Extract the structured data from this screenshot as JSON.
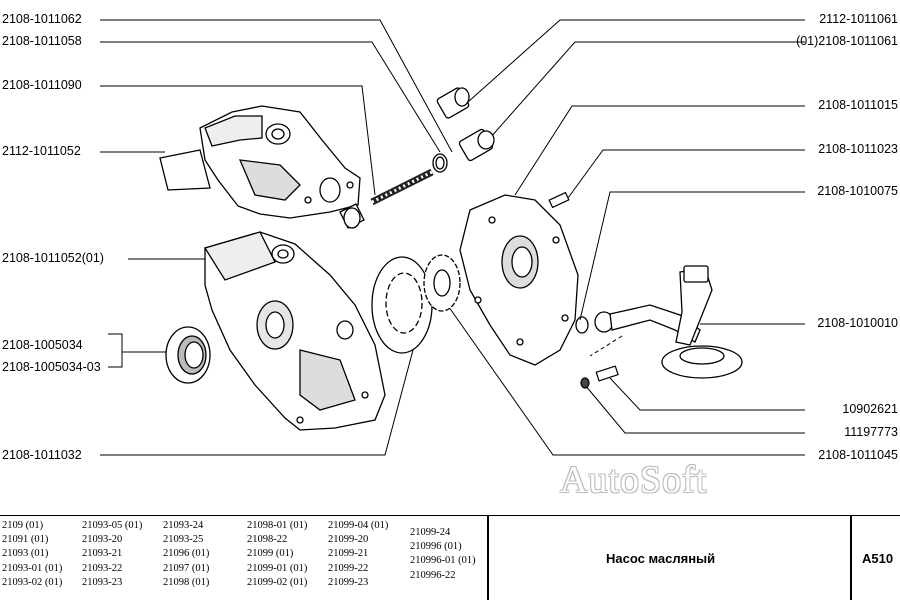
{
  "labels_left": [
    {
      "id": "l1",
      "text": "2108-1011062"
    },
    {
      "id": "l2",
      "text": "2108-1011058"
    },
    {
      "id": "l3",
      "text": "2108-1011090"
    },
    {
      "id": "l4",
      "text": "2112-1011052"
    },
    {
      "id": "l5",
      "text": "2108-1011052(01)"
    },
    {
      "id": "l6",
      "text": "2108-1005034"
    },
    {
      "id": "l7",
      "text": "2108-1005034-03"
    },
    {
      "id": "l8",
      "text": "2108-1011032"
    }
  ],
  "labels_right": [
    {
      "id": "r1",
      "text": "2112-1011061"
    },
    {
      "id": "r2",
      "text": "(01)2108-1011061"
    },
    {
      "id": "r3",
      "text": "2108-1011015"
    },
    {
      "id": "r4",
      "text": "2108-1011023"
    },
    {
      "id": "r5",
      "text": "2108-1010075"
    },
    {
      "id": "r6",
      "text": "2108-1010010"
    },
    {
      "id": "r7",
      "text": "10902621"
    },
    {
      "id": "r8",
      "text": "11197773"
    },
    {
      "id": "r9",
      "text": "2108-1011045"
    }
  ],
  "watermark": "AutoSoft",
  "footer": {
    "models_col1": [
      "2109 (01)",
      "21091 (01)",
      "21093 (01)",
      "21093-01 (01)",
      "21093-02 (01)"
    ],
    "models_col2": [
      "21093-05 (01)",
      "21093-20",
      "21093-21",
      "21093-22",
      "21093-23"
    ],
    "models_col3": [
      "21093-24",
      "21093-25",
      "21096 (01)",
      "21097 (01)",
      "21098 (01)"
    ],
    "models_col4": [
      "21098-01 (01)",
      "21098-22",
      "21099 (01)",
      "21099-01 (01)",
      "21099-02 (01)"
    ],
    "models_col5": [
      "21099-04 (01)",
      "21099-20",
      "21099-21",
      "21099-22",
      "21099-23"
    ],
    "models_col6": [
      "21099-24",
      "210996 (01)",
      "210996-01 (01)",
      "210996-22"
    ],
    "title": "Насос масляный",
    "code": "A510"
  }
}
